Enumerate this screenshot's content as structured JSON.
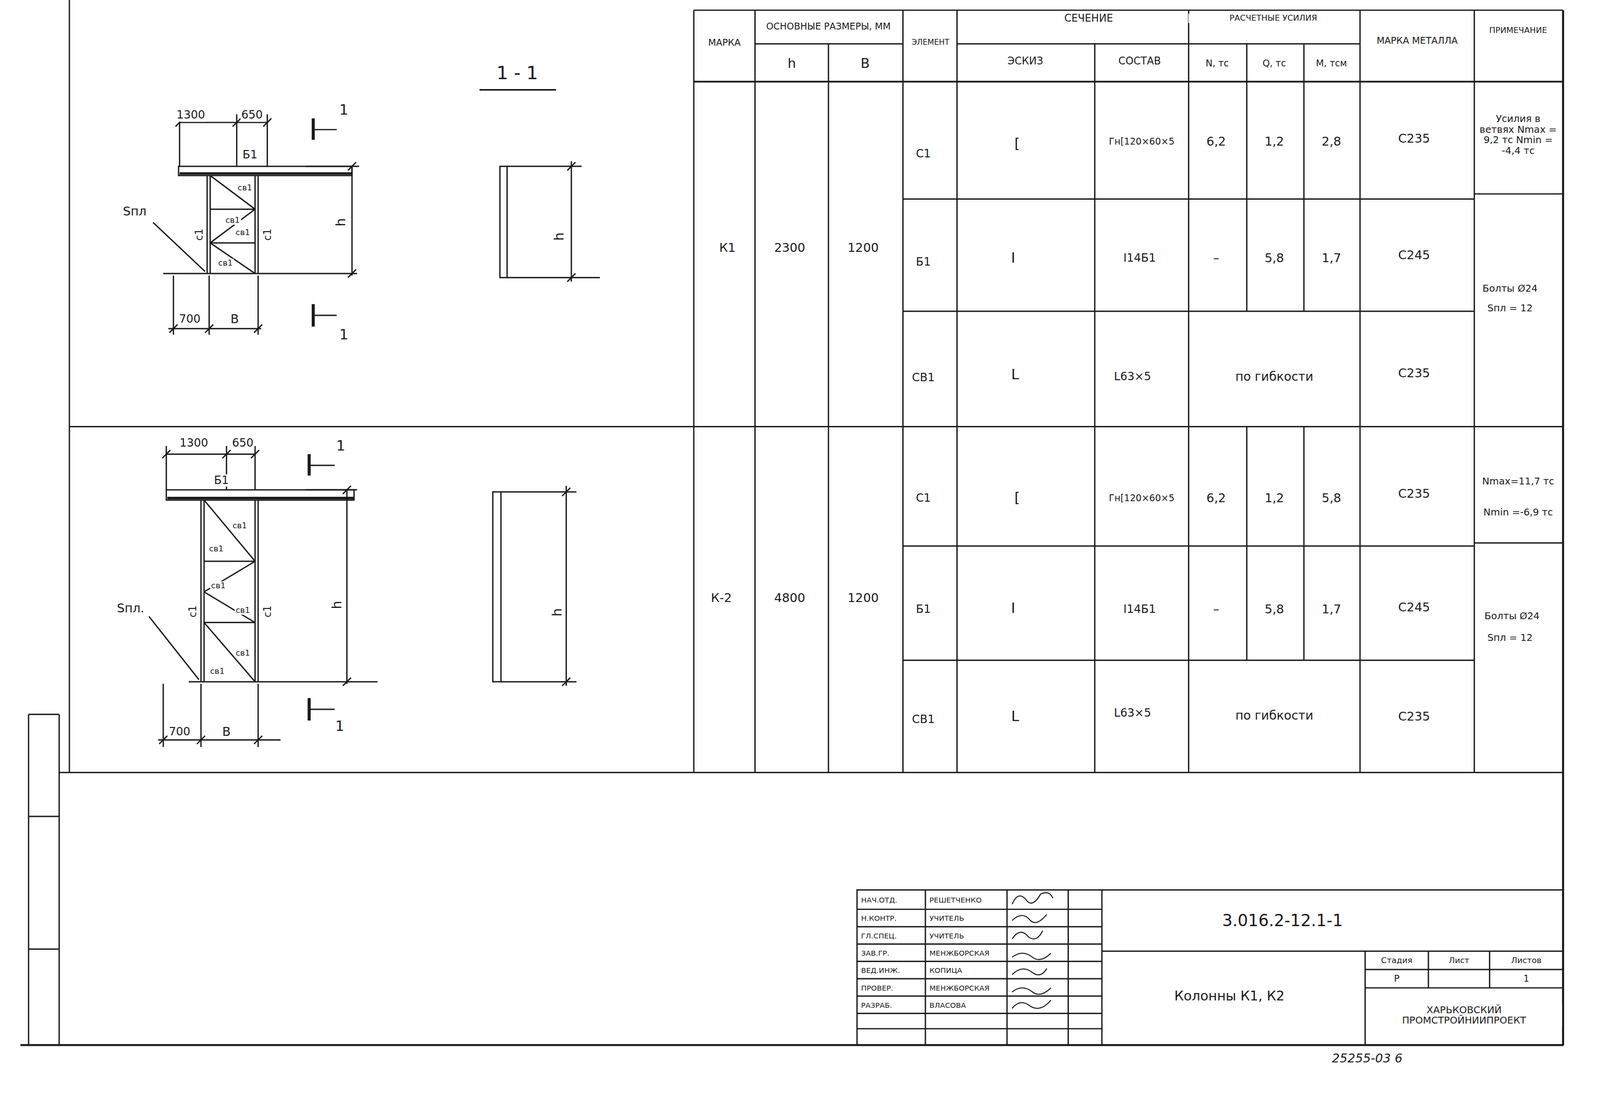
{
  "diagram": {
    "labels": [
      "1300",
      "650",
      "Б1",
      "1",
      "1",
      "Sпл",
      "св1",
      "св1",
      "св1",
      "св1",
      "с1",
      "с1",
      "h",
      "700",
      "В",
      "1 - 1",
      "h",
      "1300",
      "650",
      "Б1",
      "1",
      "1",
      "св1",
      "св1",
      "св1",
      "св1",
      "св1",
      "св1",
      "с1",
      "с1",
      "Sпл.",
      "h",
      "700",
      "В",
      "h",
      "МАРКА",
      "ОСНОВНЫЕ РАЗМЕРЫ, ММ",
      "h",
      "В",
      "ЭЛЕМЕНТ",
      "СЕЧЕНИЕ",
      "ЭСКИЗ",
      "СОСТАВ",
      "РАСЧЕТНЫЕ УСИЛИЯ",
      "N, тс",
      "Q, тс",
      "M, тсм",
      "МАРКА МЕТАЛЛА",
      "ПРИМЕЧАНИЕ",
      "К1",
      "2300",
      "1200",
      "С1",
      "[",
      "Гн[120×60×5",
      "6,2",
      "1,2",
      "2,8",
      "С235",
      "Усилия в ветвях Nmax = 9,2 тс Nmin = -4,4 тс",
      "Б1",
      "I",
      "I14Б1",
      "–",
      "5,8",
      "1,7",
      "С245",
      "Болты Ø24",
      "Sпл = 12",
      "СВ1",
      "L",
      "L63×5",
      "по гибкости",
      "С235",
      "К-2",
      "4800",
      "1200",
      "С1",
      "[",
      "Гн[120×60×5",
      "6,2",
      "1,2",
      "5,8",
      "С235",
      "Nmax=11,7 тс",
      "Nmin =-6,9 тс",
      "Б1",
      "I",
      "I14Б1",
      "–",
      "5,8",
      "1,7",
      "С245",
      "Болты Ø24",
      "Sпл = 12",
      "СВ1",
      "L",
      "L63×5",
      "по гибкости",
      "С235",
      "НАЧ.ОТД.",
      "РЕШЕТЧЕНКО",
      "Н.КОНТР.",
      "УЧИТЕЛЬ",
      "ГЛ.СПЕЦ.",
      "УЧИТЕЛЬ",
      "ЗАВ.ГР.",
      "МЕНЖБОРСКАЯ",
      "ВЕД.ИНЖ.",
      "КОПИЦА",
      "ПРОВЕР.",
      "МЕНЖБОРСКАЯ",
      "РАЗРАБ.",
      "ВЛАСОВА",
      "3.016.2-12.1-1",
      "Колонны К1, К2",
      "Стадия",
      "Лист",
      "Листов",
      "Р",
      "1",
      "ХАРЬКОВСКИЙ ПРОМСТРОЙНИИПРОЕКТ",
      "25255-03  6"
    ]
  }
}
